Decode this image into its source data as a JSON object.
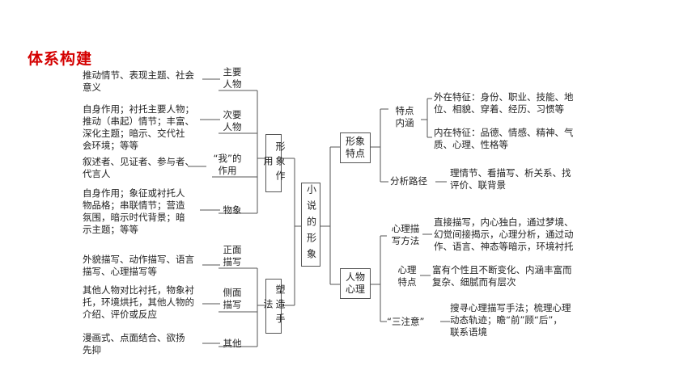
{
  "title": "体系构建",
  "center": "小说的形象",
  "branch_left": {
    "xiangzuoyong": "形象作用",
    "suzao": "塑造手法",
    "zhuyao": [
      "主要",
      "人物"
    ],
    "ciyao": [
      "次要",
      "人物"
    ],
    "wo": [
      "“我”的",
      "作用"
    ],
    "wuxiang": "物象",
    "zhengmian": [
      "正面",
      "描写"
    ],
    "cemian": [
      "侧面",
      "描写"
    ],
    "qita": "其他",
    "desc_zhuyao": [
      "推动情节、表现主题、社会",
      "意义"
    ],
    "desc_ciyao": [
      "自身作用；衬托主要人物；",
      "推动（串起）情节；丰富、",
      "深化主题；暗示、交代社",
      "会环境；等等"
    ],
    "desc_wo": [
      "叙述者、见证者、参与者、",
      "代言人"
    ],
    "desc_wuxiang": [
      "自身作用；象征或衬托人",
      "物品格；串联情节；营造",
      "氛围，暗示时代背景；暗",
      "示主题；等等"
    ],
    "desc_zhengmian": [
      "外貌描写、动作描写、语言",
      "描写、心理描写等"
    ],
    "desc_cemian": [
      "其他人物对比衬托，物象衬",
      "托，环境烘托，其他人物的",
      "介绍、评价或反应"
    ],
    "desc_qita": [
      "漫画式、点面结合、欲扬",
      "先抑"
    ]
  },
  "branch_right": {
    "xingxiang_tedian": [
      "形象",
      "特点"
    ],
    "renwu_xinli": [
      "人物",
      "心理"
    ],
    "tedian_neihan": [
      "特点",
      "内涵"
    ],
    "fenxi_lujing": "分析路径",
    "waizai": [
      "外在特征：身份、职业、技能、地",
      "位、相貌、穿着、经历、习惯等"
    ],
    "neizai": [
      "内在特征：品德、情感、精神、气",
      "质、心理、性格等"
    ],
    "lujing_desc": [
      "理情节、看描写、析关系、找",
      "评价、联背景"
    ],
    "xinli_miaoxie": [
      "心理描",
      "写方法"
    ],
    "xinli_miaoxie_desc": [
      "直接描写，内心独白，通过梦境、",
      "幻觉间接揭示，心理分析，通过动",
      "作、语言、神态等暗示，环境衬托"
    ],
    "xinli_tedian": [
      "心理",
      "特点"
    ],
    "xinli_tedian_desc": [
      "富有个性且不断变化、内涵丰富而",
      "复杂、细腻而有层次"
    ],
    "sanzhuyi": "“三注意”",
    "sanzhuyi_desc": [
      "搜寻心理描写手法；梳理心理",
      "动态轨迹；瞻“前”顾“后”，",
      "联系语境"
    ]
  }
}
